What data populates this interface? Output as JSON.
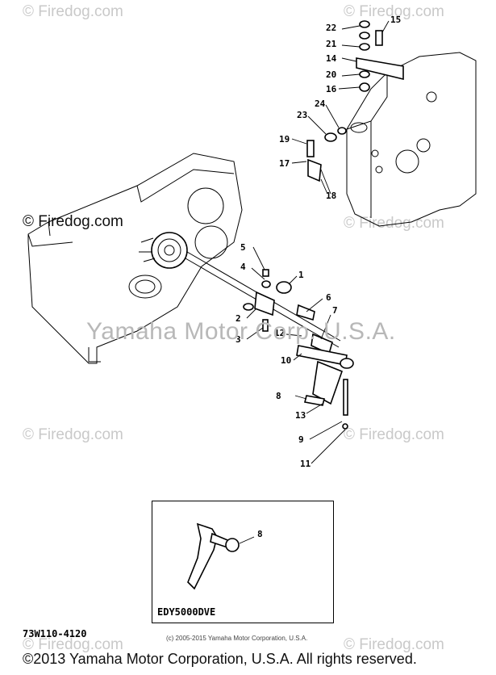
{
  "watermarks": {
    "corner": "© Firedog.com",
    "left_mid": "© Firedog.com",
    "center": "Yamaha Motor Corp. U.S.A."
  },
  "callouts": [
    "1",
    "2",
    "3",
    "4",
    "5",
    "6",
    "7",
    "8",
    "9",
    "10",
    "11",
    "12",
    "13",
    "14",
    "15",
    "16",
    "17",
    "18",
    "19",
    "20",
    "21",
    "22",
    "23",
    "24"
  ],
  "inset": {
    "label": "EDY5000DVE",
    "callout": "8"
  },
  "footer": {
    "part_code": "73W110-4120",
    "small_copyright": "(c) 2005-2015 Yamaha Motor Corporation, U.S.A.",
    "big_copyright": "©2013 Yamaha Motor Corporation, U.S.A. All rights reserved."
  }
}
